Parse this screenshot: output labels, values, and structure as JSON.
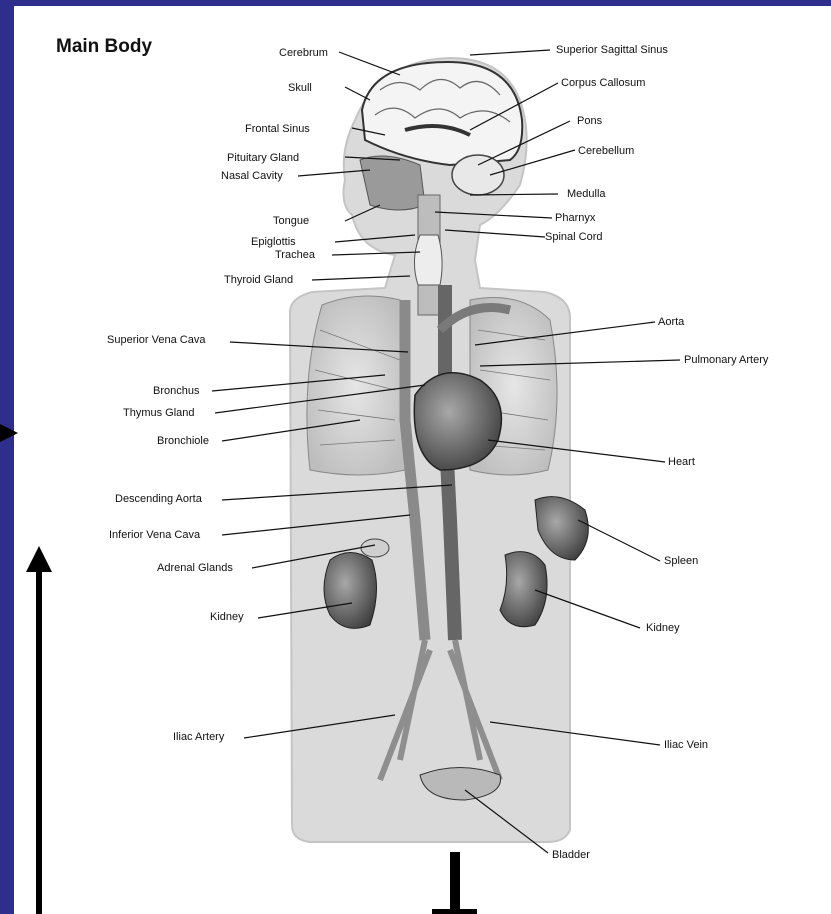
{
  "title": "Main Body",
  "labels": {
    "cerebrum": "Cerebrum",
    "superior_sagittal_sinus": "Superior Sagittal Sinus",
    "skull": "Skull",
    "corpus_callosum": "Corpus Callosum",
    "pons": "Pons",
    "frontal_sinus": "Frontal Sinus",
    "cerebellum": "Cerebellum",
    "pituitary_gland": "Pituitary Gland",
    "nasal_cavity": "Nasal Cavity",
    "medulla": "Medulla",
    "tongue": "Tongue",
    "pharnyx": "Pharnyx",
    "epiglottis": "Epiglottis",
    "spinal_cord": "Spinal Cord",
    "trachea": "Trachea",
    "thyroid_gland": "Thyroid Gland",
    "aorta": "Aorta",
    "superior_vena_cava": "Superior Vena Cava",
    "pulmonary_artery": "Pulmonary Artery",
    "bronchus": "Bronchus",
    "thymus_gland": "Thymus Gland",
    "bronchiole": "Bronchiole",
    "heart": "Heart",
    "descending_aorta": "Descending Aorta",
    "inferior_vena_cava": "Inferior Vena Cava",
    "adrenal_glands": "Adrenal Glands",
    "spleen": "Spleen",
    "kidney_left": "Kidney",
    "kidney_right": "Kidney",
    "iliac_artery": "Iliac  Artery",
    "iliac_vein": "Iliac Vein",
    "bladder": "Bladder"
  },
  "colors": {
    "frame": "#2e2f8c",
    "background": "#ffffff",
    "silhouette": "#d9d9d9",
    "organ_dark": "#555555",
    "text": "#111111"
  }
}
